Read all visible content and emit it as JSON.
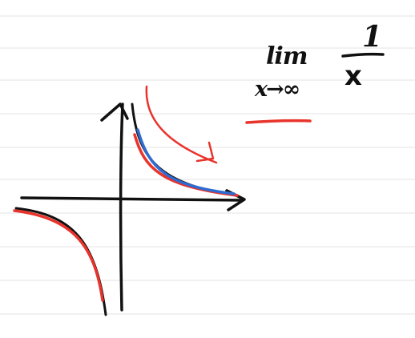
{
  "colors": {
    "ink": "#111111",
    "red": "#e8342c",
    "blue": "#2f6bd0",
    "rule": "#e3e3e3",
    "paper": "#ffffff"
  },
  "annotation": {
    "lim": "lim",
    "subscript": "x→∞",
    "numerator": "1",
    "denominator": "x"
  },
  "icons": {
    "arrow": "down-right-arrow-icon"
  }
}
